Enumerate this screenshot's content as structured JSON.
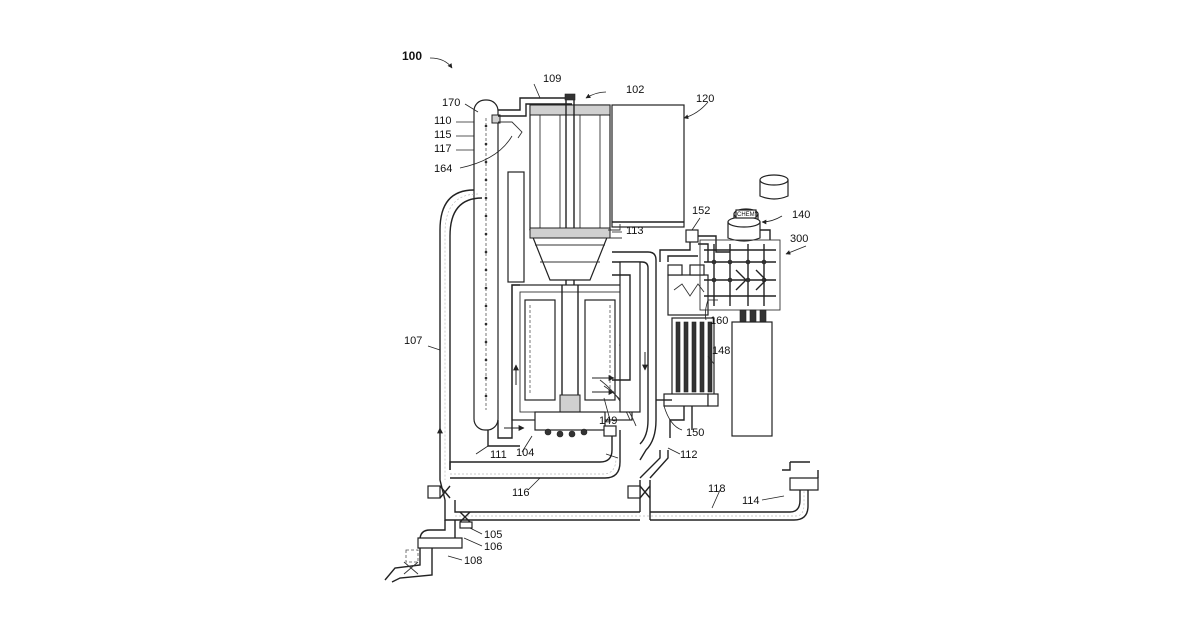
{
  "labels": {
    "main": "100",
    "l102": "102",
    "l104": "104",
    "l105": "105",
    "l106": "106",
    "l107": "107",
    "l108": "108",
    "l109": "109",
    "l110": "110",
    "l111": "111",
    "l112": "112",
    "l113": "113",
    "l114": "114",
    "l115": "115",
    "l116": "116",
    "l117": "117",
    "l118": "118",
    "l120": "120",
    "l140": "140",
    "l148": "148",
    "l149": "149",
    "l150": "150",
    "l152": "152",
    "l160": "160",
    "l164": "164",
    "l170": "170",
    "l300": "300",
    "chem": "CHEM's"
  }
}
